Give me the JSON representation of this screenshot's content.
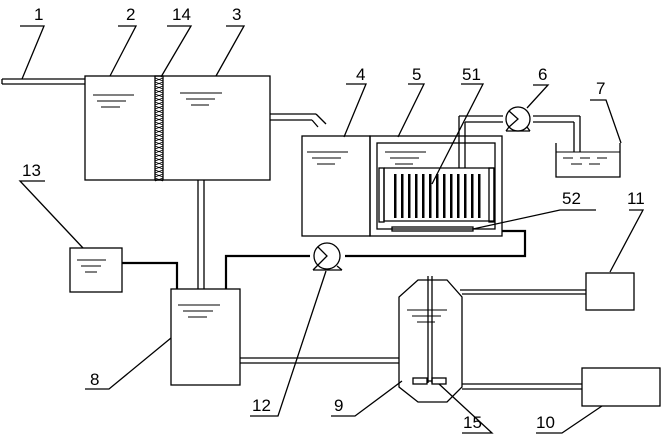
{
  "labels": {
    "l1": "1",
    "l2": "2",
    "l14": "14",
    "l3": "3",
    "l4": "4",
    "l5": "5",
    "l51": "51",
    "l6": "6",
    "l7": "7",
    "l13": "13",
    "l52": "52",
    "l11": "11",
    "l8": "8",
    "l12": "12",
    "l9": "9",
    "l15": "15",
    "l10": "10"
  }
}
